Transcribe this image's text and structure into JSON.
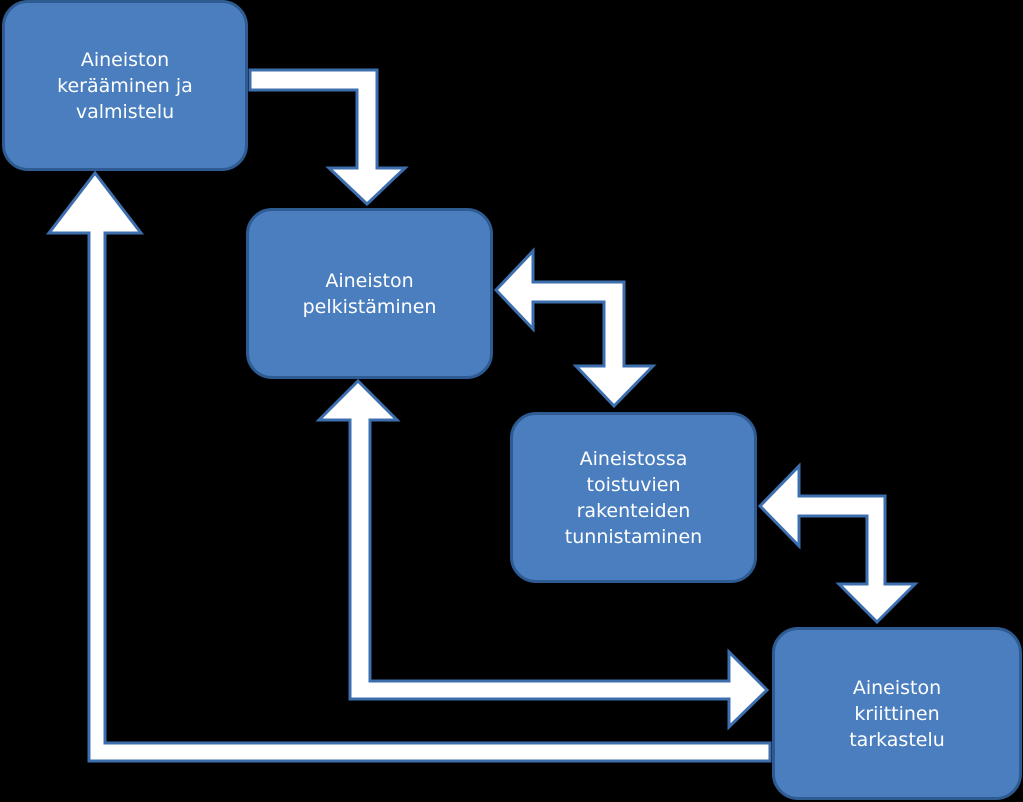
{
  "diagram": {
    "colors": {
      "background": "#000000",
      "box_fill": "#4a7ebe",
      "box_border": "#2f5b93",
      "arrow_fill": "#ffffff",
      "arrow_outline": "#3d6fae",
      "text": "#ffffff"
    },
    "nodes": [
      {
        "id": "collection",
        "lines": [
          "Aineiston",
          "kerääminen ja",
          "valmistelu"
        ]
      },
      {
        "id": "reduction",
        "lines": [
          "Aineiston",
          "pelkistäminen"
        ]
      },
      {
        "id": "recurring-structures",
        "lines": [
          "Aineistossa",
          "toistuvien",
          "rakenteiden",
          "tunnistaminen"
        ]
      },
      {
        "id": "critical-review",
        "lines": [
          "Aineiston",
          "kriittinen",
          "tarkastelu"
        ]
      }
    ],
    "edges": [
      {
        "from": "collection",
        "to": "reduction",
        "direction": "one-way"
      },
      {
        "from": "reduction",
        "to": "recurring-structures",
        "direction": "two-way"
      },
      {
        "from": "recurring-structures",
        "to": "critical-review",
        "direction": "two-way"
      },
      {
        "from": "reduction",
        "to": "critical-review",
        "direction": "two-way"
      },
      {
        "from": "critical-review",
        "to": "collection",
        "direction": "one-way"
      }
    ]
  }
}
